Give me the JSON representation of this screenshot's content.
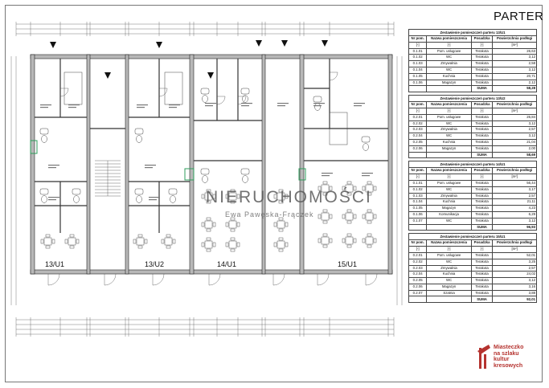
{
  "title": "PARTER",
  "watermark": {
    "brand": "NIERUCHOMOŚCI",
    "agent": "Ewa Pawęska-Frączek"
  },
  "units": [
    "13/U1",
    "13/U2",
    "14/U1",
    "15/U1"
  ],
  "logo": {
    "line1": "Miasteczko",
    "line2": "na szlaku",
    "line3": "kultur",
    "line4": "kresowych",
    "accent": "#b5332f"
  },
  "table_headers": [
    "Nr pom.",
    "Nazwa pomieszczenia",
    "Posadzka",
    "Powierzchnia podłogi"
  ],
  "table_units": [
    "[-]",
    "[-]",
    "[-]",
    "[m²]"
  ],
  "sum_label": "SUMA",
  "tables": [
    {
      "caption": "Zestawienie pomieszczeń parteru 13/U1",
      "rows": [
        [
          "0.1.01",
          "Pom. usługowe",
          "Terakota",
          "26,63"
        ],
        [
          "0.1.02",
          "WC",
          "Terakota",
          "3,12"
        ],
        [
          "0.1.03",
          "Zmywalnia",
          "Terakota",
          "2,58"
        ],
        [
          "0.1.04",
          "WC",
          "Terakota",
          "3,12"
        ],
        [
          "0.1.05",
          "Kuchnia",
          "Terakota",
          "20,71"
        ],
        [
          "0.1.06",
          "Magazyn",
          "Terakota",
          "2,12"
        ]
      ],
      "sum": "58,28"
    },
    {
      "caption": "Zestawienie pomieszczeń parteru 13/U2",
      "rows": [
        [
          "0.2.01",
          "Pom. usługowe",
          "Terakota",
          "26,84"
        ],
        [
          "0.2.02",
          "WC",
          "Terakota",
          "3,12"
        ],
        [
          "0.2.03",
          "Zmywalnia",
          "Terakota",
          "2,57"
        ],
        [
          "0.2.04",
          "WC",
          "Terakota",
          "3,12"
        ],
        [
          "0.2.05",
          "Kuchnia",
          "Terakota",
          "21,04"
        ],
        [
          "0.2.06",
          "Magazyn",
          "Terakota",
          "2,00"
        ]
      ],
      "sum": "58,69"
    },
    {
      "caption": "Zestawienie pomieszczeń parteru 14/U1",
      "rows": [
        [
          "0.1.01",
          "Pom. usługowe",
          "Terakota",
          "56,44"
        ],
        [
          "0.1.02",
          "WC",
          "Terakota",
          "3,17"
        ],
        [
          "0.1.03",
          "Zmywalnia",
          "Terakota",
          "2,57"
        ],
        [
          "0.1.04",
          "Kuchnia",
          "Terakota",
          "21,11"
        ],
        [
          "0.1.05",
          "Magazyn",
          "Terakota",
          "4,23"
        ],
        [
          "0.1.06",
          "Komunikacja",
          "Terakota",
          "6,29"
        ],
        [
          "0.1.07",
          "WC",
          "Terakota",
          "3,12"
        ]
      ],
      "sum": "96,93"
    },
    {
      "caption": "Zestawienie pomieszczeń parteru 15/U1",
      "rows": [
        [
          "0.2.01",
          "Pom. usługowe",
          "Terakota",
          "52,01"
        ],
        [
          "0.2.02",
          "WC",
          "Terakota",
          "3,25"
        ],
        [
          "0.2.03",
          "Zmywalnia",
          "Terakota",
          "2,57"
        ],
        [
          "0.2.04",
          "Kuchnia",
          "Terakota",
          "24,02"
        ],
        [
          "0.2.05",
          "WC",
          "Terakota",
          "3,12"
        ],
        [
          "0.2.06",
          "Magazyn",
          "Terakota",
          "3,16"
        ],
        [
          "0.2.07",
          "Szatnia",
          "Terakota",
          "3,88"
        ]
      ],
      "sum": "92,01"
    }
  ]
}
